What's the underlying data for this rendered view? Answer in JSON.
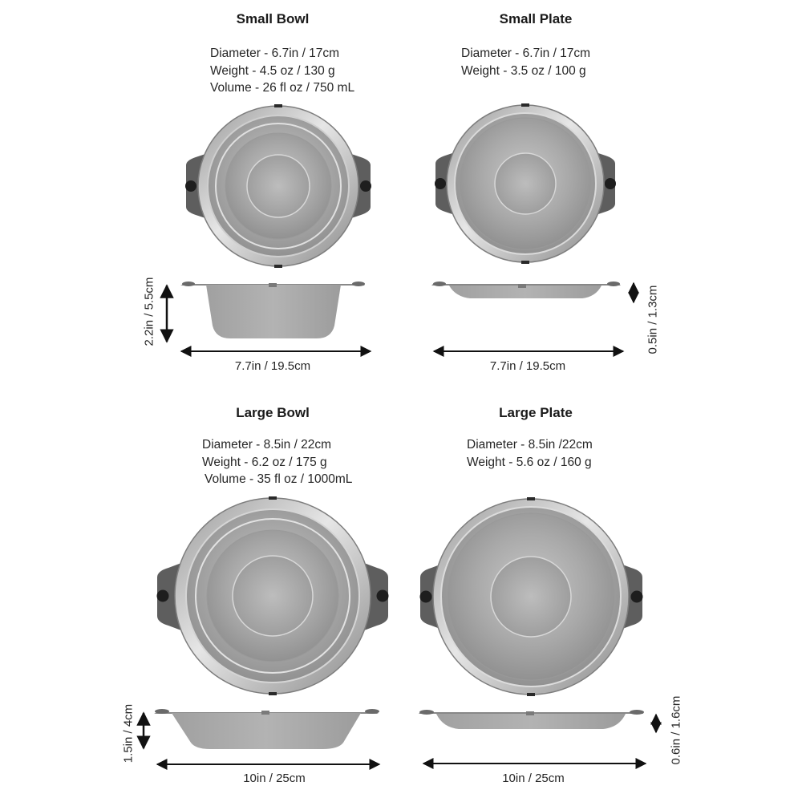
{
  "items": [
    {
      "key": "small_bowl",
      "title": "Small Bowl",
      "specs": [
        "Diameter - 6.7in / 17cm",
        "Weight - 4.5 oz / 130 g",
        "Volume - 26 fl oz / 750 mL"
      ],
      "width_label": "7.7in / 19.5cm",
      "height_label": "2.2in / 5.5cm"
    },
    {
      "key": "small_plate",
      "title": "Small Plate",
      "specs": [
        "Diameter - 6.7in / 17cm",
        "Weight - 3.5 oz / 100 g"
      ],
      "width_label": "7.7in / 19.5cm",
      "height_label": "0.5in / 1.3cm"
    },
    {
      "key": "large_bowl",
      "title": "Large Bowl",
      "specs": [
        "Diameter - 8.5in / 22cm",
        "Weight - 6.2 oz / 175 g",
        "Volume - 35 fl oz / 1000mL"
      ],
      "width_label": "10in / 25cm",
      "height_label": "1.5in / 4cm"
    },
    {
      "key": "large_plate",
      "title": "Large Plate",
      "specs": [
        "Diameter - 8.5in /22cm",
        "Weight - 5.6 oz / 160 g"
      ],
      "width_label": "10in / 25cm",
      "height_label": "0.6in / 1.6cm"
    }
  ],
  "colors": {
    "steel_light": "#d9d9d9",
    "steel_mid": "#a8a8a8",
    "steel_dark": "#7a7a7a",
    "handle": "#5e5e5e",
    "knob": "#1e1e1e",
    "profile": "#a3a3a3",
    "arrow": "#111111"
  }
}
